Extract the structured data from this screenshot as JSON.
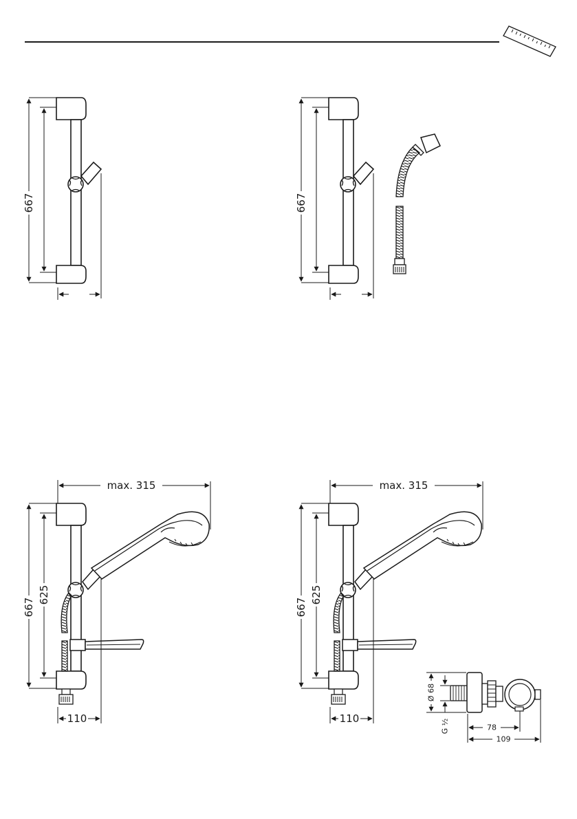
{
  "header": {
    "ruler_icon": "ruler-icon"
  },
  "colors": {
    "line": "#1a1a1a",
    "paper": "#ffffff"
  },
  "figures": {
    "bar_only": {
      "height_dim": "667"
    },
    "bar_with_hose": {
      "height_dim": "667"
    },
    "set_handshower": {
      "height_dim": "667",
      "inner_dim": "625",
      "reach_dim": "max. 315",
      "depth_dim": "110"
    },
    "set_handshower_connector": {
      "height_dim": "667",
      "inner_dim": "625",
      "reach_dim": "max. 315",
      "depth_dim": "110"
    },
    "wall_connector": {
      "diameter_dim": "Ø 68",
      "thread_dim": "G ½",
      "depth_a_dim": "78",
      "depth_b_dim": "109"
    }
  }
}
